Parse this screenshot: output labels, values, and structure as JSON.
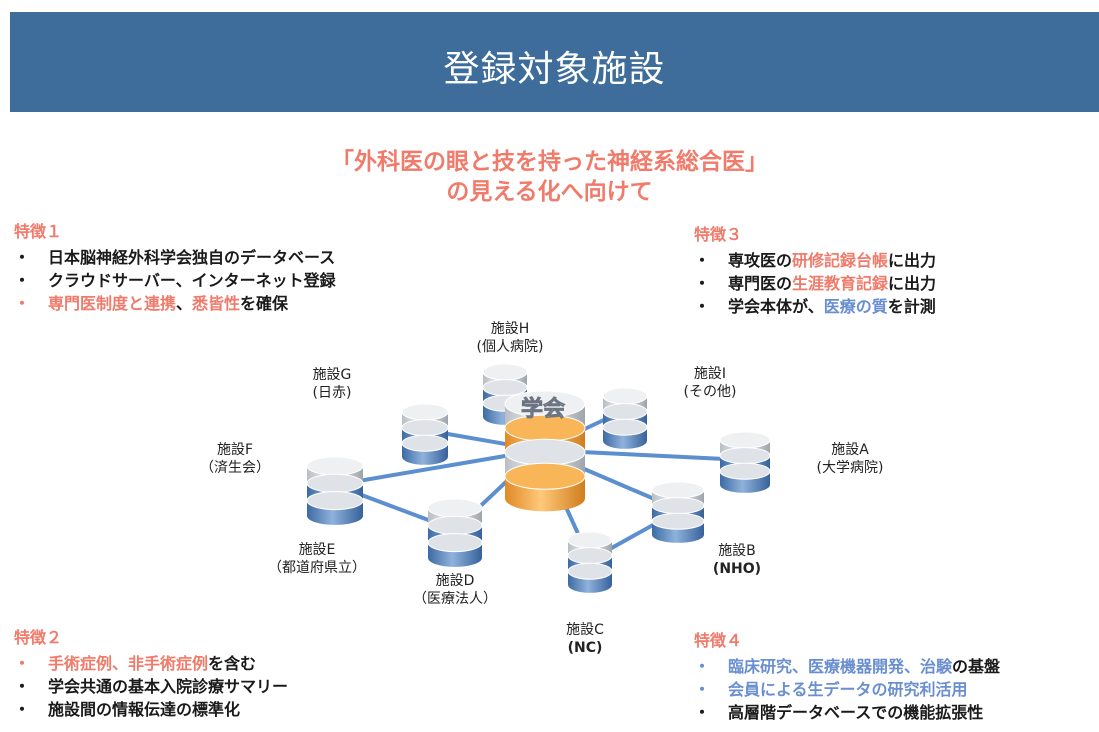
{
  "header": {
    "title": "登録対象施設"
  },
  "subtitle": {
    "line1": "「外科医の眼と技を持った神経系総合医」",
    "line2": "の見える化へ向けて"
  },
  "features": {
    "f1": {
      "title": "特徴１",
      "items": [
        {
          "parts": [
            "日本脳神経外科学会独自のデータベース"
          ]
        },
        {
          "parts": [
            "クラウドサーバー、インターネット登録"
          ]
        },
        {
          "parts": [
            "専門医制度と連携",
            "、",
            "悉皆性",
            "を確保"
          ]
        }
      ]
    },
    "f2": {
      "title": "特徴２",
      "items": [
        {
          "parts": [
            "手術症例、非手術症例",
            "を含む"
          ]
        },
        {
          "parts": [
            "学会共通の基本入院診療サマリー"
          ]
        },
        {
          "parts": [
            "施設間の情報伝達の標準化"
          ]
        }
      ]
    },
    "f3": {
      "title": "特徴３",
      "items": [
        {
          "parts": [
            "専攻医の",
            "研修記録台帳",
            "に出力"
          ]
        },
        {
          "parts": [
            "専門医の",
            "生涯教育記録",
            "に出力"
          ]
        },
        {
          "parts": [
            "学会本体が、",
            "医療の質",
            "を計測"
          ]
        }
      ]
    },
    "f4": {
      "title": "特徴４",
      "items": [
        {
          "parts": [
            "臨床研究、医療機器開発、治験",
            "の基盤"
          ]
        },
        {
          "parts": [
            "会員による生データの研究利活用"
          ]
        },
        {
          "parts": [
            "高層階データベースでの機能拡張性"
          ]
        }
      ]
    }
  },
  "hub": {
    "label": "学会"
  },
  "nodes": {
    "h": {
      "name": "施設H",
      "sub": "(個人病院)"
    },
    "g": {
      "name": "施設G",
      "sub": "(日赤)"
    },
    "i": {
      "name": "施設I",
      "sub": "(その他)"
    },
    "f": {
      "name": "施設F",
      "sub": "（済生会）"
    },
    "a": {
      "name": "施設A",
      "sub": "(大学病院)"
    },
    "e": {
      "name": "施設E",
      "sub": "（都道府県立）"
    },
    "d": {
      "name": "施設D",
      "sub": "（医療法人）"
    },
    "b": {
      "name": "施設B",
      "sub": "(NHO)"
    },
    "c": {
      "name": "施設C",
      "sub": "(NC)"
    }
  },
  "colors": {
    "header": "#3e6d9c",
    "accent_red": "#f07b6b",
    "accent_blue": "#6a8fd0",
    "db_blue": "#4f7fb8",
    "db_silver": "#d5d8dc",
    "db_orange": "#f2a03d",
    "link": "#5b8fd0"
  }
}
